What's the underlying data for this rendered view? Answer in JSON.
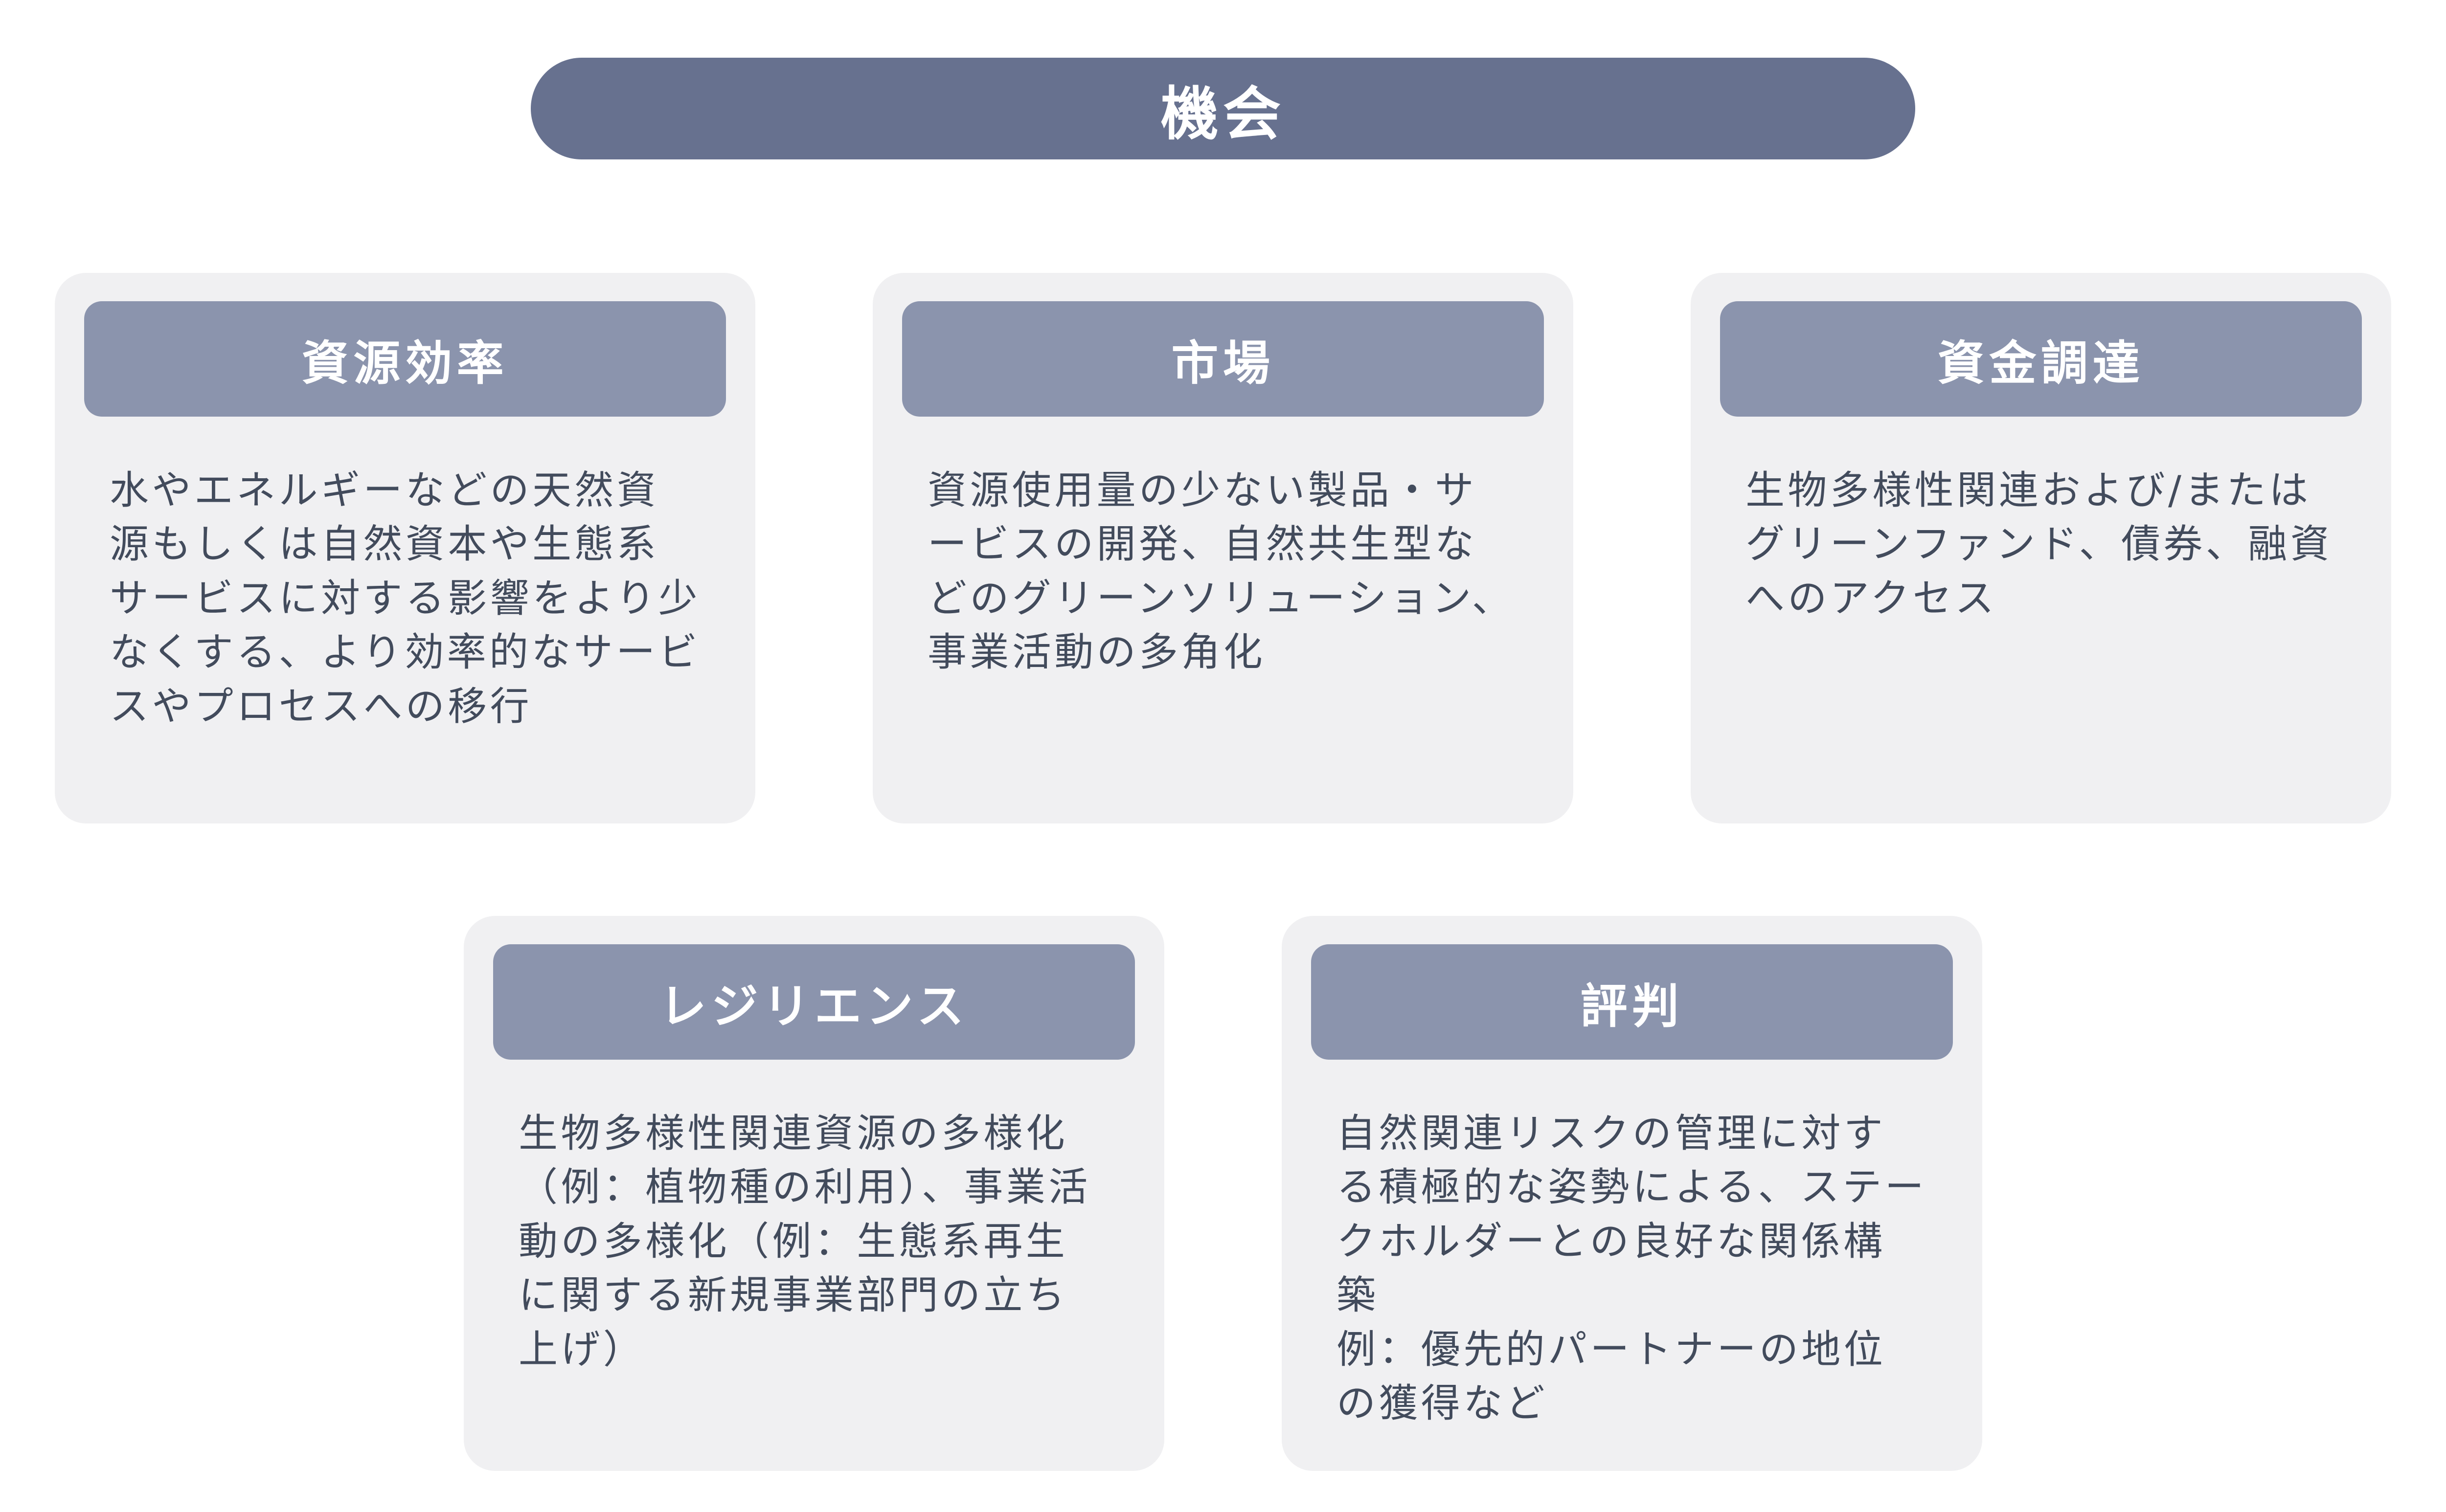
{
  "header": {
    "label": "機会"
  },
  "cards": [
    {
      "title": "資源効率",
      "body": "水やエネルギーなどの天然資源もしくは自然資本や生態系サービスに対する影響をより少なくする、より効率的なサービスやプロセスへの移行"
    },
    {
      "title": "市場",
      "body": "資源使用量の少ない製品・サービスの開発、自然共生型などのグリーンソリューション、事業活動の多角化"
    },
    {
      "title": "資金調達",
      "body": "生物多様性関連および/またはグリーンファンド、債券、融資へのアクセス"
    },
    {
      "title": "レジリエンス",
      "body": "生物多様性関連資源の多様化（例：植物種の利用）、事業活動の多様化（例：生態系再生に関する新規事業部門の立ち上げ）"
    },
    {
      "title": "評判",
      "body": "自然関連リスクの管理に対する積極的な姿勢による、ステークホルダーとの良好な関係構築\n例：優先的パートナーの地位の獲得など"
    }
  ],
  "colors": {
    "header_bg": "#67718f",
    "card_title_bg": "#8b94ad",
    "card_bg": "#f0f0f2",
    "body_text": "#424b5c",
    "title_text": "#ffffff"
  }
}
